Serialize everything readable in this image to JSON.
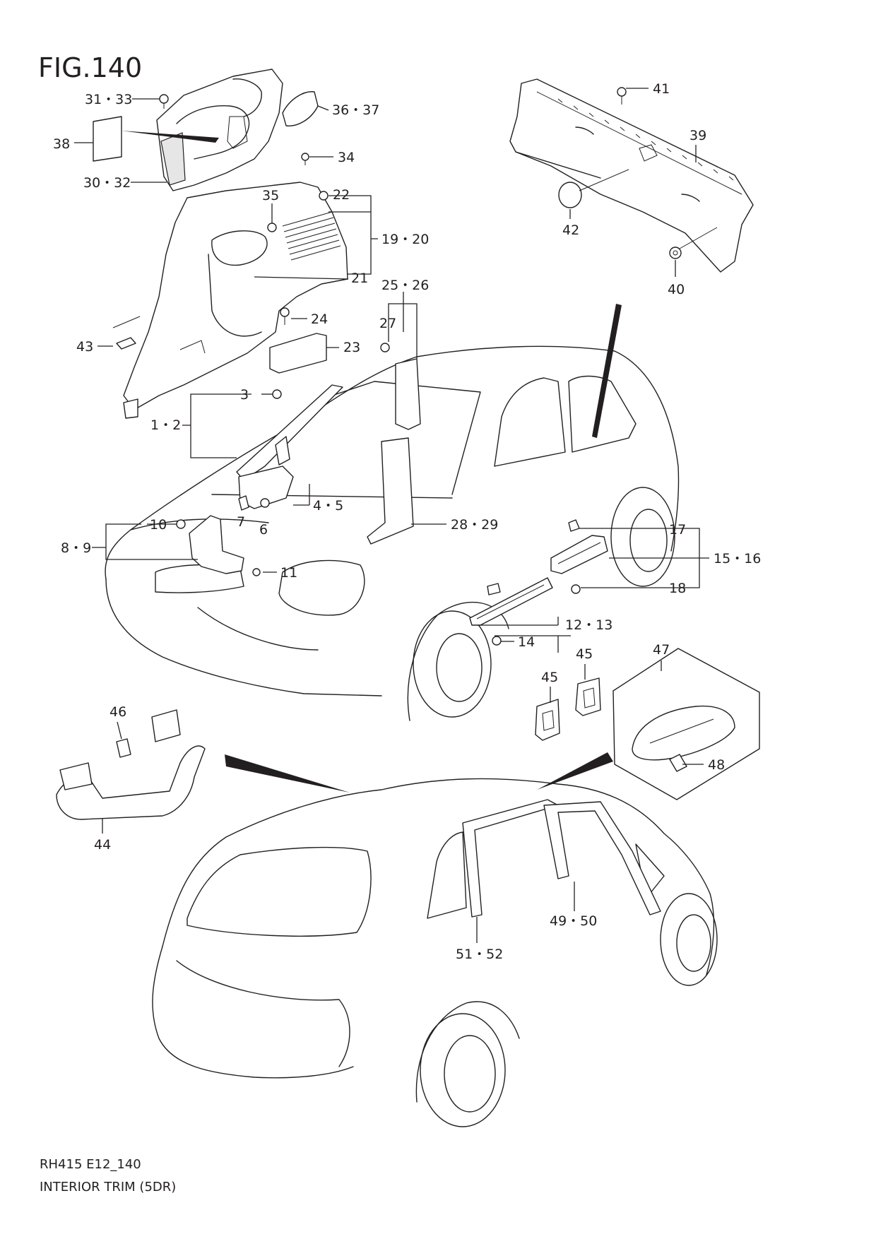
{
  "figure": {
    "title": "FIG.140",
    "code": "RH415 E12_140",
    "caption": "INTERIOR TRIM (5DR)"
  },
  "callouts": {
    "c31_33": "31・33",
    "c36_37": "36・37",
    "c38": "38",
    "c34": "34",
    "c30_32": "30・32",
    "c35": "35",
    "c22": "22",
    "c19_20": "19・20",
    "c21": "21",
    "c24": "24",
    "c43": "43",
    "c23": "23",
    "c25_26": "25・26",
    "c27": "27",
    "c3": "3",
    "c1_2": "1・2",
    "c4_5": "4・5",
    "c7": "7",
    "c6": "6",
    "c10": "10",
    "c8_9": "8・9",
    "c11": "11",
    "c28_29": "28・29",
    "c41": "41",
    "c39": "39",
    "c42": "42",
    "c40": "40",
    "c17": "17",
    "c15_16": "15・16",
    "c18": "18",
    "c12_13": "12・13",
    "c14": "14",
    "c45a": "45",
    "c45b": "45",
    "c47": "47",
    "c48": "48",
    "c46": "46",
    "c44": "44",
    "c49_50": "49・50",
    "c51_52": "51・52"
  }
}
